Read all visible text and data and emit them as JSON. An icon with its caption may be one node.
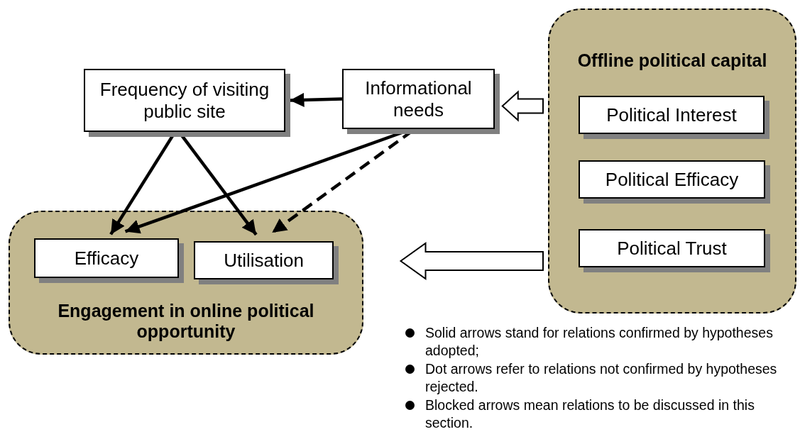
{
  "diagram": {
    "nodes": [
      {
        "text": [
          "Frequency of visiting public site"
        ]
      },
      {
        "text": [
          "Informational needs"
        ]
      },
      {
        "text": [
          "Engagement in online political opportunity"
        ]
      },
      {
        "text": [
          "Efficacy"
        ],
        "in": 2
      },
      {
        "text": [
          "Utilisation"
        ],
        "in": 2
      },
      {
        "text": [
          "Offline political capital"
        ]
      },
      {
        "text": [
          "Political Interest"
        ],
        "in": 5
      },
      {
        "text": [
          "Political Efficacy"
        ],
        "in": 5
      },
      {
        "text": [
          "Political Trust"
        ],
        "in": 5
      }
    ],
    "edges": [
      {
        "from": 1,
        "to": 0,
        "arrow": "to"
      },
      {
        "from": 0,
        "to": 3,
        "arrow": "to"
      },
      {
        "from": 0,
        "to": 4,
        "arrow": "to"
      },
      {
        "from": 1,
        "to": 3,
        "arrow": "to"
      },
      {
        "from": 1,
        "to": 4,
        "arrow": "to",
        "style": "dashed"
      },
      {
        "from": 5,
        "to": 1,
        "arrow": "to",
        "style": "thick"
      },
      {
        "from": 5,
        "to": 2,
        "arrow": "to",
        "style": "thick"
      }
    ],
    "labels": [
      "Solid arrows stand for relations confirmed by hypotheses adopted;",
      "Dot arrows refer to relations not confirmed by hypotheses rejected.",
      "Blocked arrows mean relations to be discussed in this section."
    ]
  }
}
